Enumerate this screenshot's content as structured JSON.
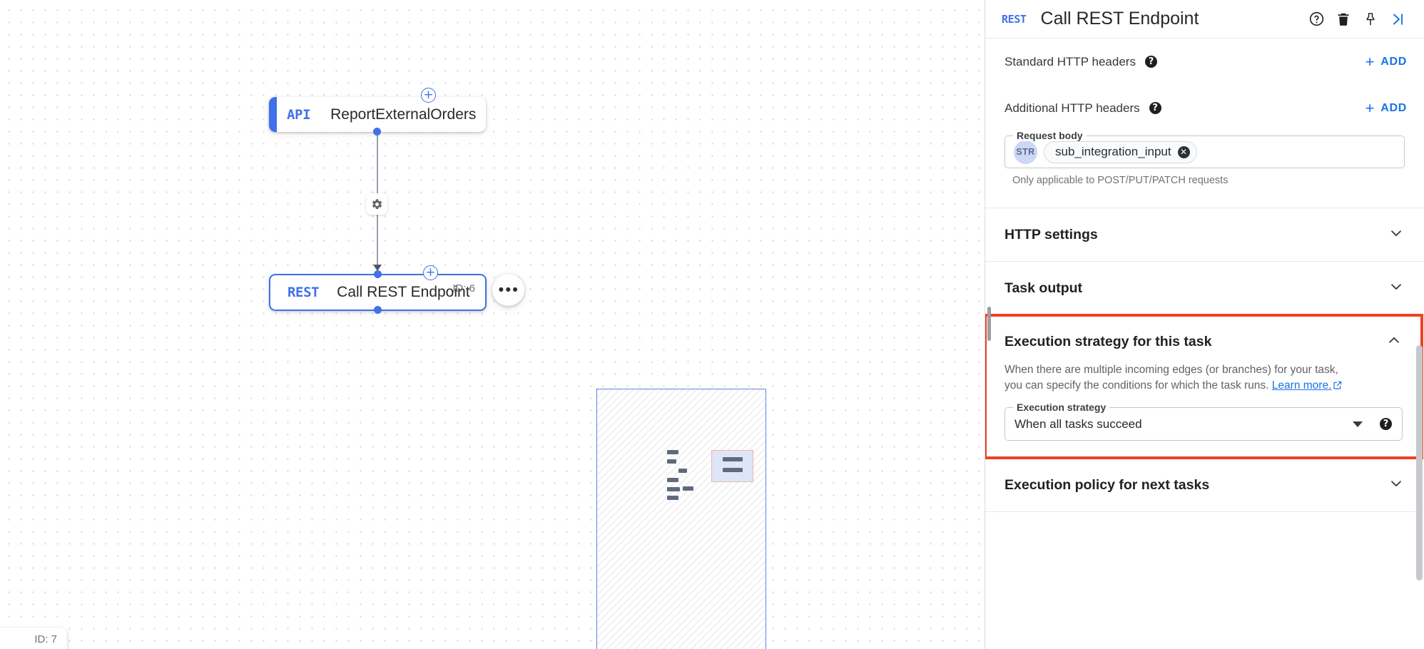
{
  "canvas": {
    "nodes": [
      {
        "kind": "API",
        "label": "ReportExternalOrders",
        "id_label": ""
      },
      {
        "kind": "REST",
        "label": "Call REST Endpoint",
        "id_label": "ID: 6"
      }
    ],
    "partial_node_id_label": "ID: 7",
    "edge_icon": "gear-icon",
    "node_menu_glyph": "•••",
    "add_badge_glyph": "+"
  },
  "panel": {
    "header": {
      "type_badge": "REST",
      "title": "Call REST Endpoint",
      "icons": [
        {
          "name": "help-icon",
          "glyph": "?"
        },
        {
          "name": "delete-icon",
          "glyph": "trash"
        },
        {
          "name": "pin-icon",
          "glyph": "pin"
        },
        {
          "name": "collapse-panel-icon",
          "glyph": ">|"
        }
      ]
    },
    "standard_headers": {
      "label": "Standard HTTP headers",
      "help": "?",
      "add_label": "ADD",
      "add_plus": "+"
    },
    "additional_headers": {
      "label": "Additional HTTP headers",
      "help": "?",
      "add_label": "ADD",
      "add_plus": "+"
    },
    "request_body": {
      "legend": "Request body",
      "type_pill": "STR",
      "chip_text": "sub_integration_input",
      "chip_remove": "✕",
      "helper": "Only applicable to POST/PUT/PATCH requests"
    },
    "http_settings": {
      "title": "HTTP settings",
      "expanded": false,
      "chevron": "chevron-down"
    },
    "task_output": {
      "title": "Task output",
      "expanded": false,
      "chevron": "chevron-down"
    },
    "execution_strategy": {
      "title": "Execution strategy for this task",
      "expanded": true,
      "chevron": "chevron-up",
      "description_line1": "When there are multiple incoming edges (or branches) for your task,",
      "description_line2": "you can specify the conditions for which the task runs.",
      "learn_more": "Learn more.",
      "field_legend": "Execution strategy",
      "field_value": "When all tasks succeed",
      "field_help": "?",
      "highlight_color": "#ef4123"
    },
    "execution_policy": {
      "title": "Execution policy for next tasks",
      "expanded": false,
      "chevron": "chevron-down"
    }
  },
  "colors": {
    "accent_blue": "#4071e8",
    "link_blue": "#1a73e8",
    "highlight_red": "#ef4123",
    "text_primary": "#202124",
    "text_secondary": "#5f6368"
  }
}
